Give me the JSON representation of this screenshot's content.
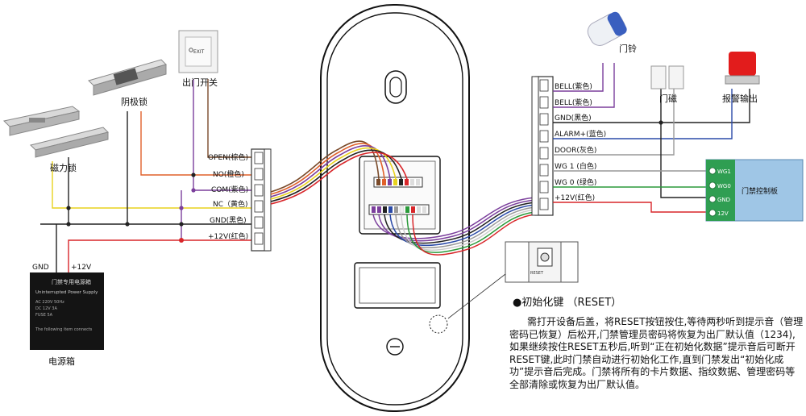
{
  "devices": {
    "maglock": "磁力锁",
    "strike": "阴极锁",
    "exit_button": "出门开关",
    "power_box": "电源箱",
    "bell": "门铃",
    "door_sensor": "门磁",
    "alarm": "报警输出",
    "wg_controller": "门禁控制板"
  },
  "left_terminals": [
    "OPEN(棕色)",
    "NO(橙色)",
    "COM(紫色)",
    "NC（黄色)",
    "GND(黑色)",
    "+12V(红色)"
  ],
  "right_terminals": [
    "BELL(紫色)",
    "BELL(紫色)",
    "GND(黑色)",
    "ALARM+(蓝色)",
    "DOOR(灰色)",
    "WG 1 (白色)",
    "WG 0 (绿色)",
    "+12V(红色)"
  ],
  "wg_pins": [
    "WG1",
    "WG0",
    "GND",
    "12V"
  ],
  "power": {
    "gnd": "GND",
    "v12": "+12V",
    "label_cn": "门禁专用电源箱",
    "label_en": "Uninterrupted Power Supply",
    "specs": [
      "AC 220V 50Hz",
      "DC 12V 3A",
      "FUSE 5A"
    ],
    "warn": "The following item connects"
  },
  "exit_switch_text": "EXIT",
  "reset_button_text": "RESET",
  "reset": {
    "title": "●初始化键 （RESET）",
    "text": "需打开设备后盖，将RESET按钮按住,等待两秒听到提示音（管理密码已恢复）后松开,门禁管理员密码将恢复为出厂默认值（1234),如果继续按住RESET五秒后,听到“正在初始化数据”提示音后可断开 RESET键,此时门禁自动进行初始化工作,直到门禁发出“初始化成功”提示音后完成。门禁将所有的卡片数据、指纹数据、管理密码等全部清除或恢复为出厂默认值。"
  }
}
